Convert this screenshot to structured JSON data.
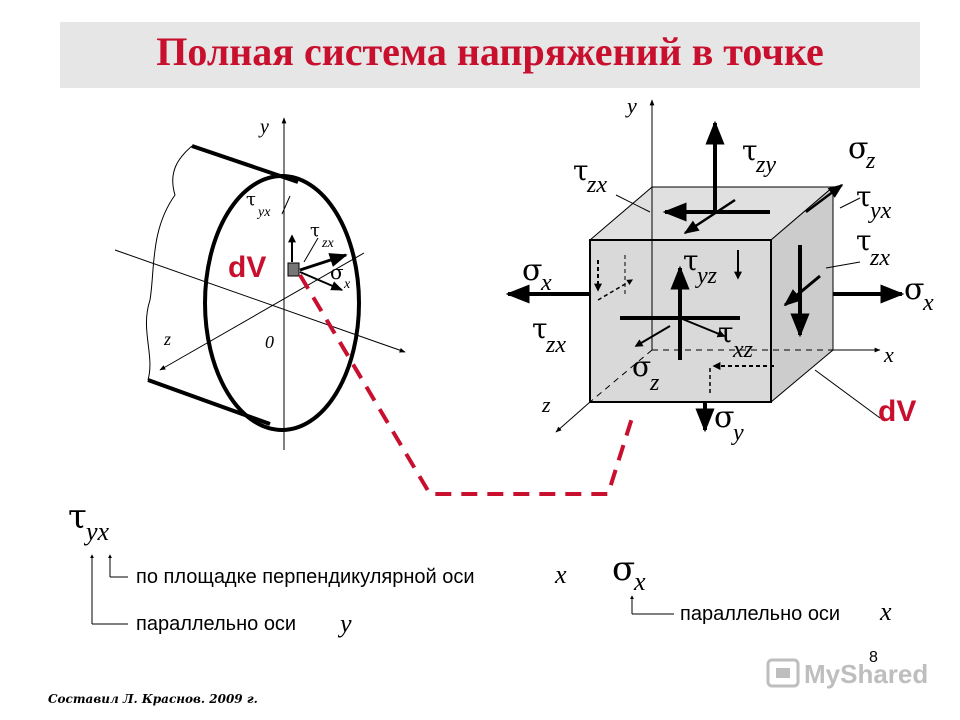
{
  "title": "Полная   система напряжений в точке",
  "labels": {
    "dv": "dV",
    "tau": "τ",
    "sigma": "σ",
    "yx": "yx",
    "zx": "zx",
    "zy": "zy",
    "yz": "yz",
    "xz": "xz",
    "x": "x",
    "y": "y",
    "z": "z",
    "zero": "0"
  },
  "legend": {
    "line1": "по площадке перпендикулярной оси",
    "line2": "параллельно оси",
    "line3": "параллельно оси"
  },
  "page_number": "8",
  "author": "Составил  Л. Краснов. 2009 г.",
  "watermark": "MyShared",
  "colors": {
    "title": "#c8102e",
    "accent": "#c8102e",
    "cube_face": "#d9d9d9"
  }
}
